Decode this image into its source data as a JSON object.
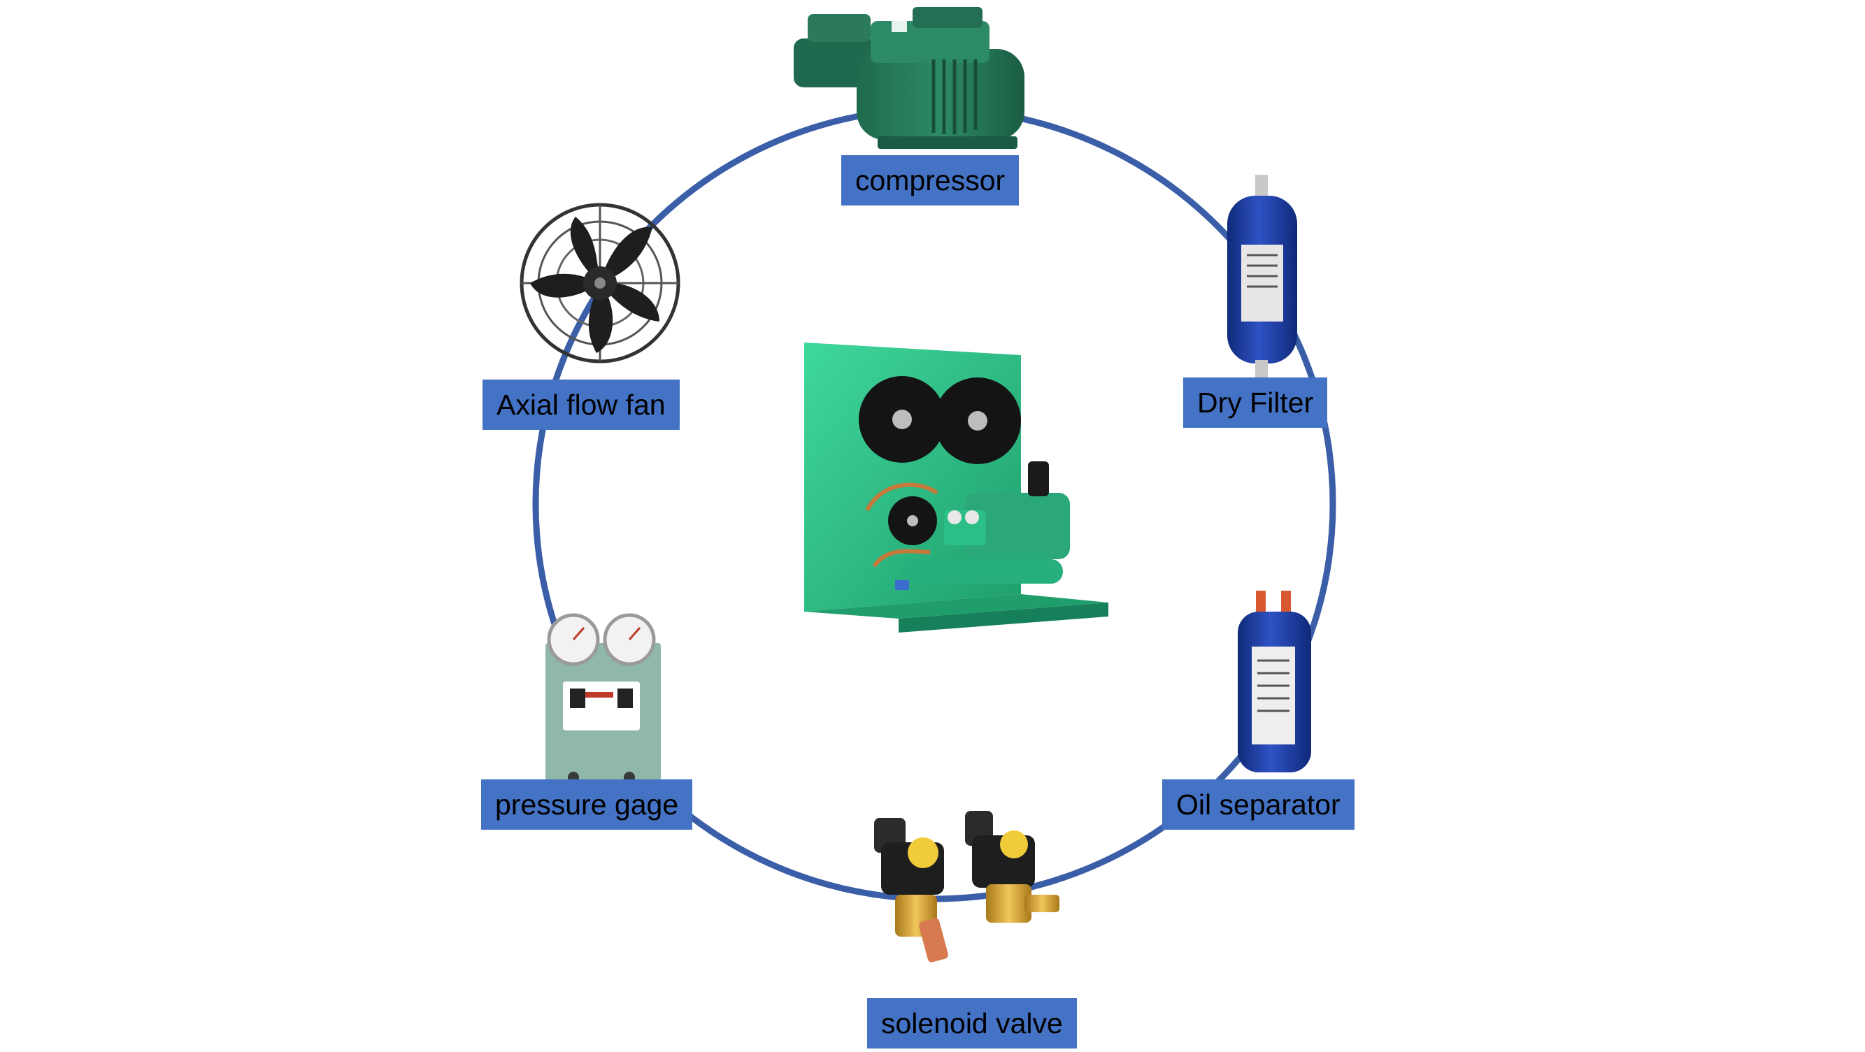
{
  "diagram": {
    "ring_color": "#3a5ea8",
    "label_bg_color": "#4472c4",
    "unit_color": "#2ec28a",
    "center": {
      "name": "condensing-unit",
      "icon": "condensing-unit-icon"
    },
    "components": [
      {
        "id": "compressor",
        "label": "compressor",
        "icon": "compressor-icon"
      },
      {
        "id": "dry-filter",
        "label": "Dry Filter",
        "icon": "dry-filter-icon"
      },
      {
        "id": "oil-separator",
        "label": "Oil separator",
        "icon": "oil-separator-icon"
      },
      {
        "id": "solenoid-valve",
        "label": "solenoid valve",
        "icon": "solenoid-valve-icon"
      },
      {
        "id": "pressure-gage",
        "label": "pressure gage",
        "icon": "pressure-gauge-icon"
      },
      {
        "id": "axial-flow-fan",
        "label": "Axial flow fan",
        "icon": "axial-fan-icon"
      }
    ]
  }
}
